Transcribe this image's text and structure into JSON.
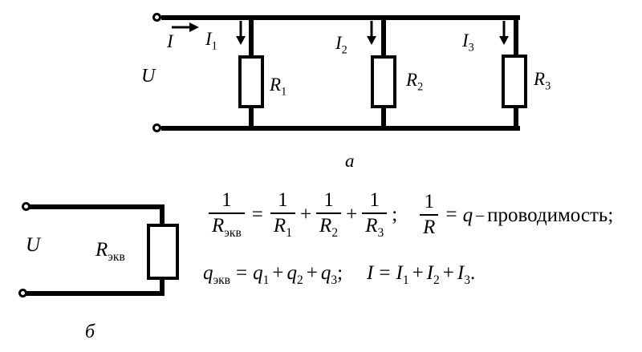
{
  "figure": {
    "circuit_a": {
      "voltage": "U",
      "main_current": "I",
      "caption": "а",
      "branches": [
        {
          "current_base": "I",
          "current_sub": "1",
          "resistor_base": "R",
          "resistor_sub": "1"
        },
        {
          "current_base": "I",
          "current_sub": "2",
          "resistor_base": "R",
          "resistor_sub": "2"
        },
        {
          "current_base": "I",
          "current_sub": "3",
          "resistor_base": "R",
          "resistor_sub": "3"
        }
      ]
    },
    "circuit_b": {
      "voltage": "U",
      "resistor_base": "R",
      "resistor_sub": "экв",
      "caption": "б"
    },
    "formulas": {
      "line1": {
        "f1_num": "1",
        "f1_den_base": "R",
        "f1_den_sub": "экв",
        "eq1": "=",
        "f2_num": "1",
        "f2_den_base": "R",
        "f2_den_sub": "1",
        "plus1": "+",
        "f3_num": "1",
        "f3_den_base": "R",
        "f3_den_sub": "2",
        "plus2": "+",
        "f4_num": "1",
        "f4_den_base": "R",
        "f4_den_sub": "3",
        "semicolon1": ";",
        "f5_num": "1",
        "f5_den_base": "R",
        "eq2": "=",
        "q": "q",
        "dash": "–",
        "conductivity_text": "проводимость;"
      },
      "line2": {
        "qe_base": "q",
        "qe_sub": "экв",
        "eq1": "=",
        "q1_base": "q",
        "q1_sub": "1",
        "plus1": "+",
        "q2_base": "q",
        "q2_sub": "2",
        "plus2": "+",
        "q3_base": "q",
        "q3_sub": "3",
        "semicolon": ";",
        "i_base": "I",
        "eq2": "=",
        "i1_base": "I",
        "i1_sub": "1",
        "plus3": "+",
        "i2_base": "I",
        "i2_sub": "2",
        "plus4": "+",
        "i3_base": "I",
        "i3_sub": "3",
        "period": "."
      }
    }
  }
}
